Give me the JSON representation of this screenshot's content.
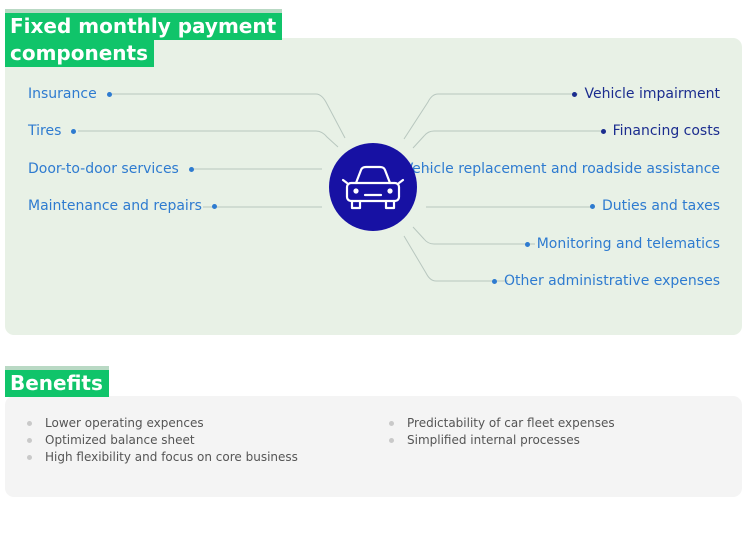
{
  "section_components": {
    "title_line1": "Fixed monthly payment",
    "title_line2": "components",
    "left_items": [
      "Insurance",
      "Tires",
      "Door-to-door services",
      "Maintenance and repairs"
    ],
    "right_items": [
      "Vehicle impairment",
      "Financing costs",
      "Vehicle replacement and roadside assistance",
      "Duties and taxes",
      "Monitoring and telematics",
      "Other administrative expenses"
    ],
    "hub_icon": "car-icon"
  },
  "section_benefits": {
    "title": "Benefits",
    "col1": [
      "Lower operating expences",
      "Optimized balance sheet",
      "High flexibility and focus on core business"
    ],
    "col2": [
      "Predictability of car fleet expenses",
      "Simplified internal processes"
    ]
  },
  "colors": {
    "heading_bg": "#10c46a",
    "panel_green": "#e8f1e6",
    "panel_grey": "#f4f4f4",
    "text_blue": "#2e7bd0",
    "text_navy": "#1b2d8f",
    "hub": "#1711a3"
  }
}
